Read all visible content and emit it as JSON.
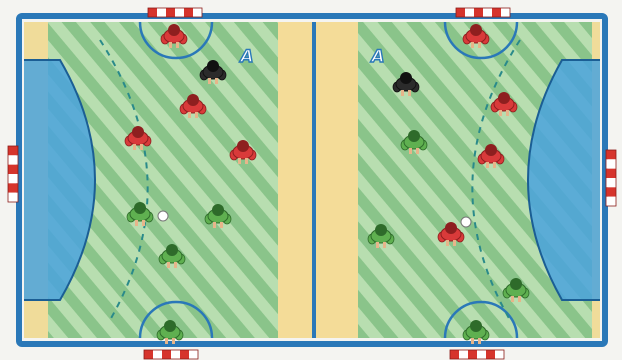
{
  "caption": "",
  "court": {
    "boundary_color": "#2a78b8",
    "field_green": "#8ac48a",
    "stripe_green": "#b8deb0",
    "midzone_color": "#f4dc98",
    "goal_area_color": "#4aa3dd",
    "end_strip_color": "#f0dc9a"
  },
  "panels": [
    {
      "label": "A",
      "label_color": "#2a78b8"
    },
    {
      "label": "A",
      "label_color": "#2a78b8"
    }
  ],
  "teams": {
    "red": {
      "color": "#d93a3a",
      "dark": "#8e1f1f"
    },
    "green": {
      "color": "#5fb050",
      "dark": "#2e6b2a"
    },
    "black": {
      "color": "#2b2b2b",
      "dark": "#111111"
    }
  },
  "players_left": [
    "red",
    "black",
    "red",
    "red",
    "red",
    "green",
    "green",
    "green",
    "green"
  ],
  "players_right": [
    "red",
    "black",
    "red",
    "green",
    "red",
    "green",
    "red",
    "green",
    "green"
  ],
  "ball_color": "#ffffff",
  "goal_post_colors": [
    "#d6342c",
    "#ffffff"
  ]
}
